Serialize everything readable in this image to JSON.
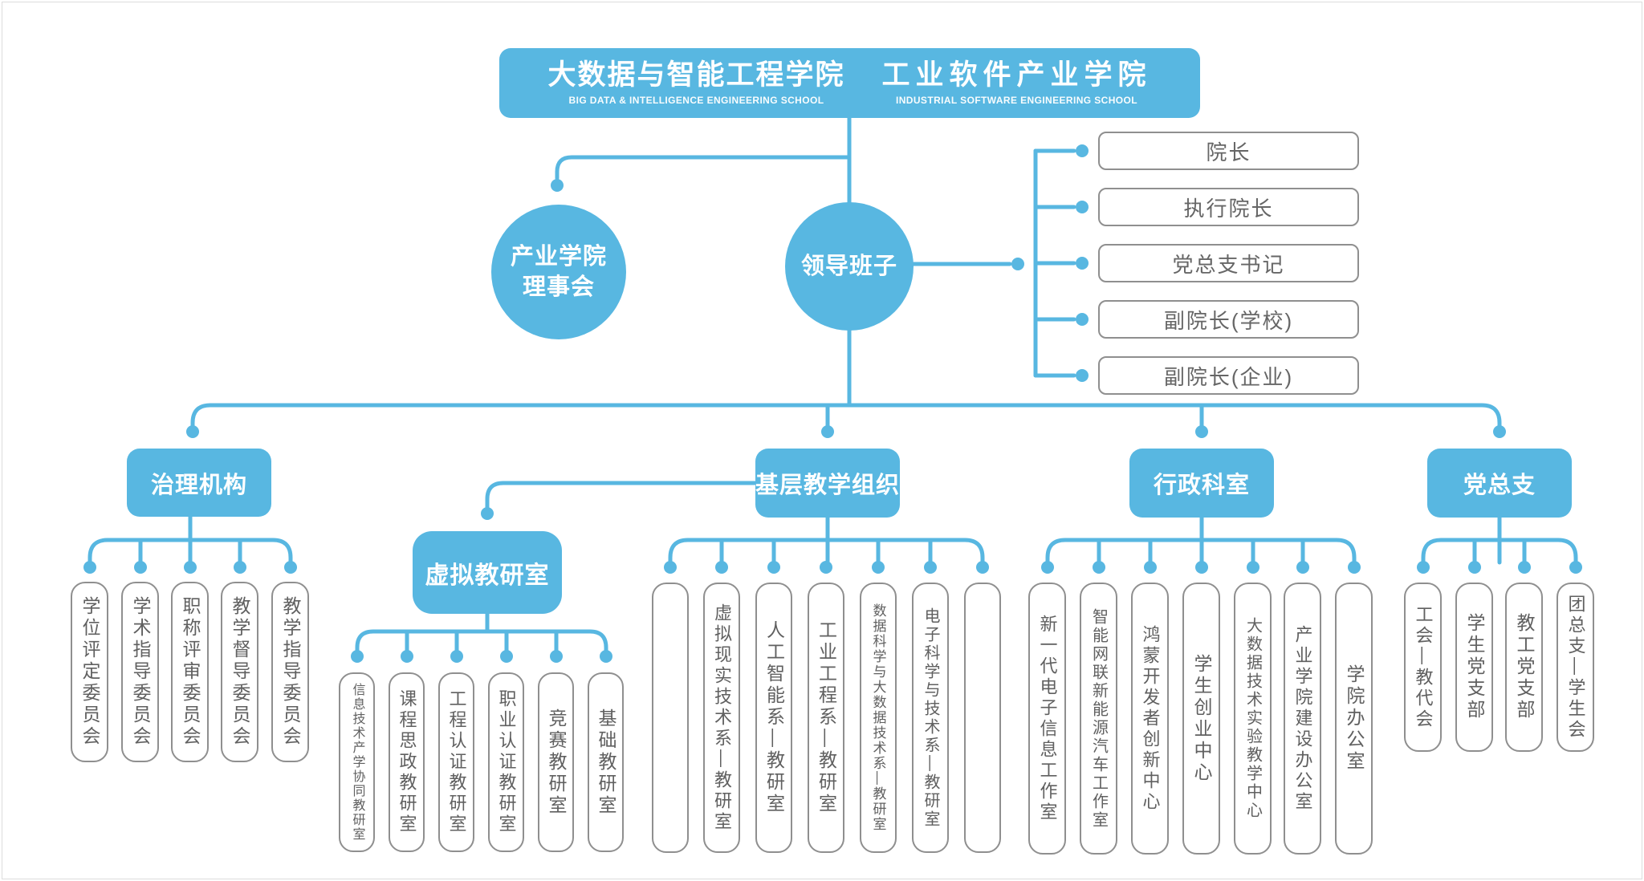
{
  "header": {
    "school1": {
      "title": "大数据与智能工程学院",
      "subtitle": "BIG DATA & INTELLIGENCE ENGINEERING SCHOOL"
    },
    "school2": {
      "title": "工业软件产业学院",
      "subtitle": "INDUSTRIAL SOFTWARE ENGINEERING SCHOOL"
    }
  },
  "nodes": {
    "council_line1": "产业学院",
    "council_line2": "理事会",
    "leadership": "领导班子",
    "virtual_office": "虚拟教研室"
  },
  "leadership_roles": [
    "院长",
    "执行院长",
    "党总支书记",
    "副院长(学校)",
    "副院长(企业)"
  ],
  "branches": {
    "governance": {
      "label": "治理机构",
      "children": [
        "学位评定委员会",
        "学术指导委员会",
        "职称评审委员会",
        "教学督导委员会",
        "教学指导委员会"
      ]
    },
    "teaching": {
      "label": "基层教学组织",
      "virtual_children": [
        "信息技术产学协同教研室",
        "课程思政教研室",
        "工程认证教研室",
        "职业认证教研室",
        "竞赛教研室",
        "基础教研室"
      ],
      "departments": [
        "",
        "虚拟现实技术系—教研室",
        "人工智能系—教研室",
        "工业工程系—教研室",
        "数据科学与大数据技术系—教研室",
        "电子科学与技术系—教研室",
        ""
      ]
    },
    "admin": {
      "label": "行政科室",
      "children": [
        "新一代电子信息工作室",
        "智能网联新能源汽车工作室",
        "鸿蒙开发者创新中心",
        "学生创业中心",
        "大数据技术实验教学中心",
        "产业学院建设办公室",
        "学院办公室"
      ]
    },
    "party": {
      "label": "党总支",
      "children": [
        "工会—教代会",
        "学生党支部",
        "教工党支部",
        "团总支—学生会"
      ]
    }
  },
  "colors": {
    "accent": "#58B7E1",
    "box_border": "#8F8F8F",
    "box_text": "#606060"
  }
}
